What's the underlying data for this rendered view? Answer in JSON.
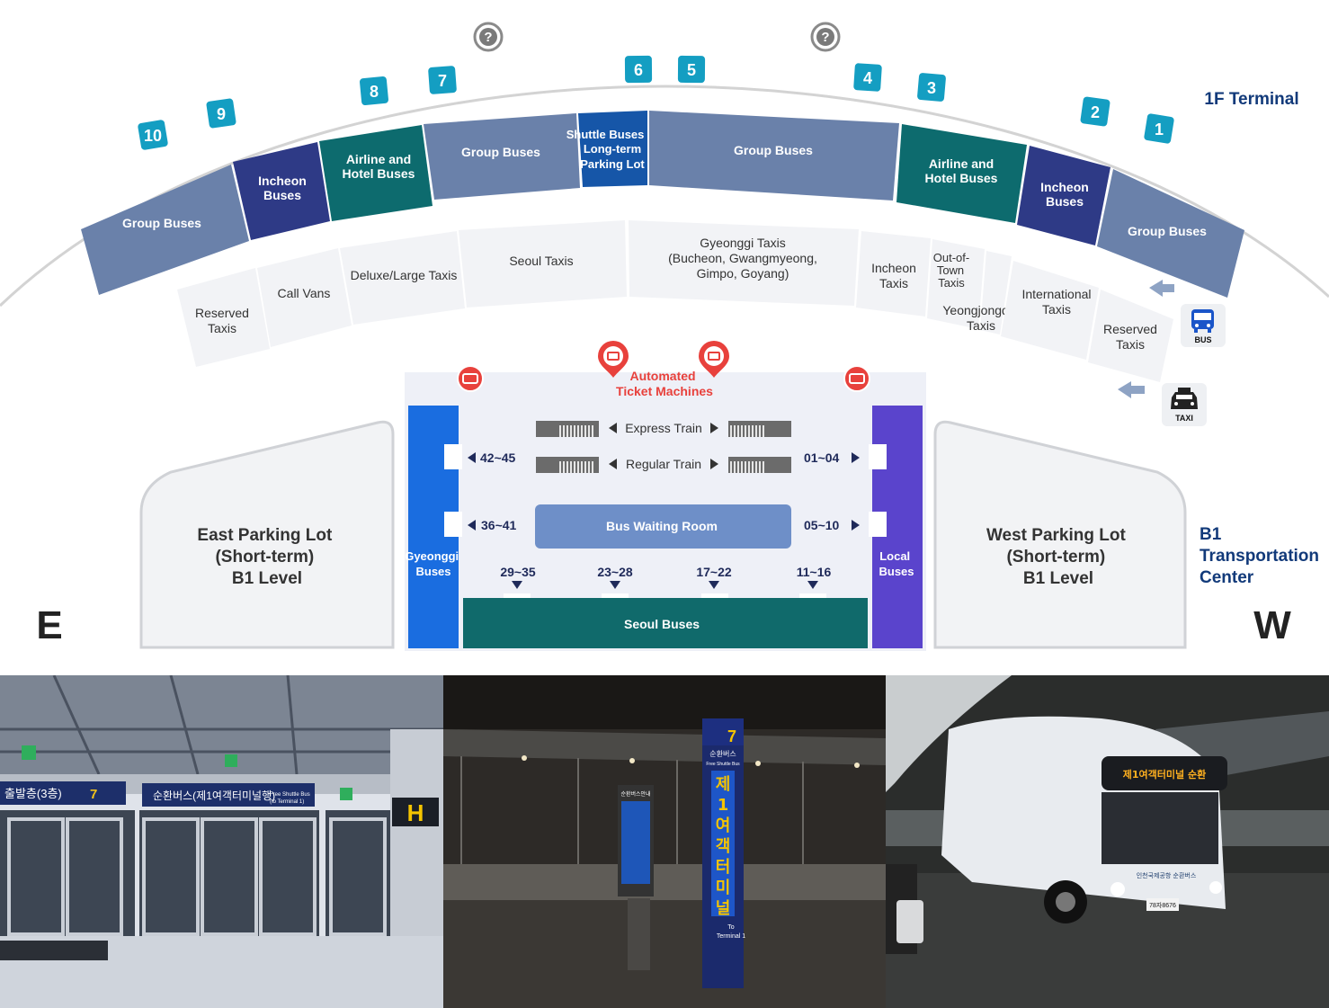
{
  "header": {
    "terminal_title": "1F Terminal",
    "b1_title_lines": [
      "B1",
      "Transportation",
      "Center"
    ],
    "east_letter": "E",
    "west_letter": "W"
  },
  "doors": [
    "10",
    "9",
    "8",
    "7",
    "6",
    "5",
    "4",
    "3",
    "2",
    "1"
  ],
  "help_icons": [
    "help-icon",
    "help-icon"
  ],
  "bus_zones": [
    {
      "id": "group-buses-east",
      "lines": [
        "Group Buses"
      ],
      "color": "#6a81aa"
    },
    {
      "id": "incheon-buses-east",
      "lines": [
        "Incheon",
        "Buses"
      ],
      "color": "#2e3a86"
    },
    {
      "id": "airline-hotel-east",
      "lines": [
        "Airline and",
        "Hotel Buses"
      ],
      "color": "#0d6b6e"
    },
    {
      "id": "group-buses-center-east",
      "lines": [
        "Group Buses"
      ],
      "color": "#6a81aa"
    },
    {
      "id": "shuttle-long-term",
      "lines": [
        "Shuttle Buses to",
        "Long-term",
        "Parking Lot"
      ],
      "color": "#1656a8"
    },
    {
      "id": "group-buses-center-west",
      "lines": [
        "Group Buses"
      ],
      "color": "#6a81aa"
    },
    {
      "id": "airline-hotel-west",
      "lines": [
        "Airline and",
        "Hotel Buses"
      ],
      "color": "#0d6b6e"
    },
    {
      "id": "incheon-buses-west",
      "lines": [
        "Incheon",
        "Buses"
      ],
      "color": "#2e3a86"
    },
    {
      "id": "group-buses-west",
      "lines": [
        "Group Buses"
      ],
      "color": "#6a81aa"
    }
  ],
  "taxi_zones": [
    {
      "id": "reserved-taxis-east",
      "lines": [
        "Reserved",
        "Taxis"
      ]
    },
    {
      "id": "call-vans",
      "lines": [
        "Call Vans"
      ]
    },
    {
      "id": "deluxe-large-taxis",
      "lines": [
        "Deluxe/Large Taxis"
      ]
    },
    {
      "id": "seoul-taxis",
      "lines": [
        "Seoul Taxis"
      ]
    },
    {
      "id": "gyeonggi-taxis",
      "lines": [
        "Gyeonggi Taxis",
        "(Bucheon, Gwangmyeong,",
        "Gimpo, Goyang)"
      ]
    },
    {
      "id": "incheon-taxis",
      "lines": [
        "Incheon",
        "Taxis"
      ]
    },
    {
      "id": "out-of-town-taxis",
      "lines": [
        "Out-of-",
        "Town",
        "Taxis"
      ]
    },
    {
      "id": "yeongjongdo-taxis",
      "lines": [
        "Yeongjongdo",
        "Taxis"
      ]
    },
    {
      "id": "international-taxis",
      "lines": [
        "International",
        "Taxis"
      ]
    },
    {
      "id": "reserved-taxis-west",
      "lines": [
        "Reserved",
        "Taxis"
      ]
    }
  ],
  "legend": {
    "bus_label": "BUS",
    "taxi_label": "TAXI"
  },
  "transportation_center": {
    "ticket_machines_lines": [
      "Automated",
      "Ticket Machines"
    ],
    "express_train": "Express Train",
    "regular_train": "Regular Train",
    "bus_waiting_room": "Bus Waiting Room",
    "gyeonggi_buses": [
      "Gyeonggi",
      "Buses"
    ],
    "local_buses": [
      "Local",
      "Buses"
    ],
    "seoul_buses": "Seoul Buses",
    "west_gates": [
      "42~45",
      "36~41"
    ],
    "east_gates": [
      "01~04",
      "05~10"
    ],
    "south_gates": [
      "29~35",
      "23~28",
      "17~22",
      "11~16"
    ]
  },
  "parking": {
    "east_lines": [
      "East Parking Lot",
      "(Short-term)",
      "B1 Level"
    ],
    "west_lines": [
      "West Parking Lot",
      "(Short-term)",
      "B1 Level"
    ]
  },
  "photos": {
    "p1": {
      "sign_left": "출발층(3층)",
      "sign_num": "7",
      "sign_main": "순환버스(제1여객터미널행)",
      "sign_small_1": "Free Shuttle Bus",
      "sign_small_2": "(to Terminal 1)",
      "h_sign": "H"
    },
    "p2": {
      "pillar_num": "7",
      "pillar_top": "순환버스",
      "pillar_sub": "Free Shuttle Bus",
      "pillar_vertical": [
        "제",
        "1",
        "여",
        "객",
        "터",
        "미",
        "널"
      ],
      "pillar_to_1": "To",
      "pillar_to_2": "Terminal 1",
      "kiosk_title": "순환버스안내"
    },
    "p3": {
      "bus_display": "제1여객터미널 순환",
      "bus_side_text": "인천국제공항 순환버스",
      "plate": "78자8676"
    }
  },
  "colors": {
    "group_buses": "#6a81aa",
    "incheon_buses": "#2e3a86",
    "airline_hotel": "#0d6b6e",
    "shuttle": "#1656a8",
    "door_badge": "#149ec2",
    "gyeonggi": "#1a6de0",
    "local": "#5a44cc",
    "seoul": "#106a6b",
    "waiting_room": "#6e8fc8",
    "ticket_red": "#e8413c",
    "title_blue": "#123a7a"
  }
}
